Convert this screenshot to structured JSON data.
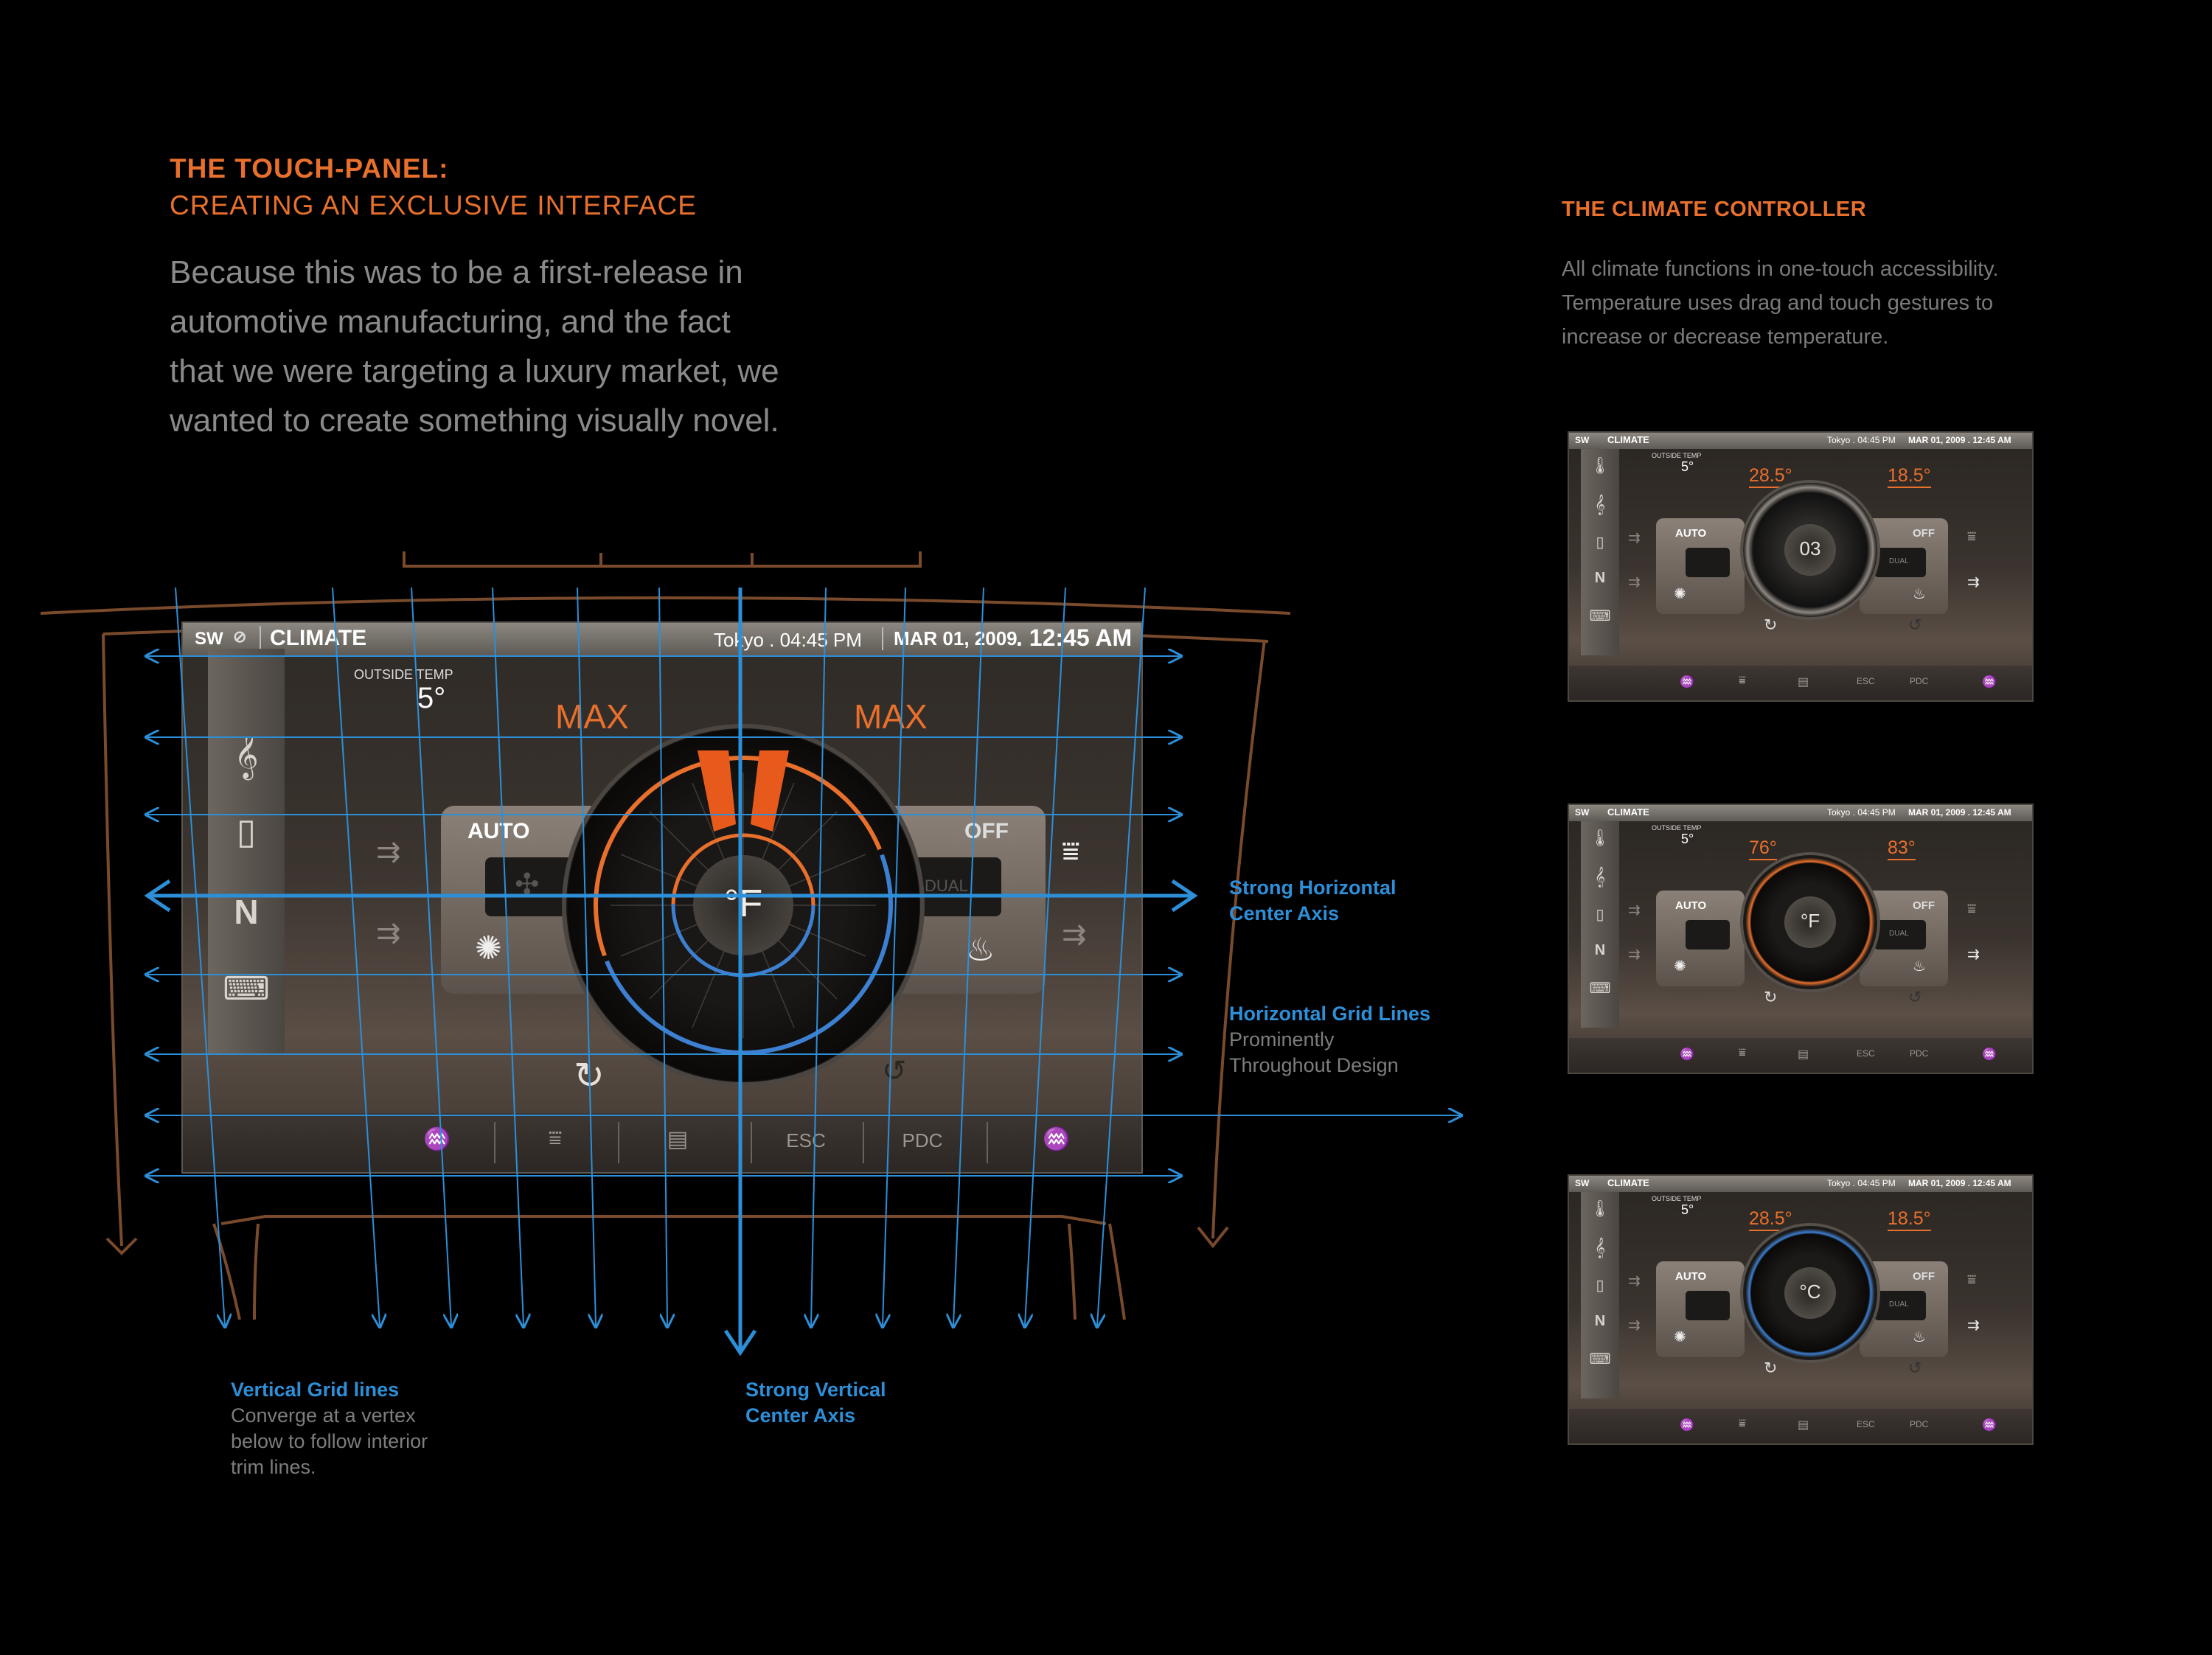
{
  "header": {
    "title": "THE TOUCH-PANEL:",
    "subtitle": "CREATING AN EXCLUSIVE INTERFACE",
    "paragraph_lines": [
      "Because this was to be a first-release in",
      "automotive manufacturing, and the fact",
      "that we were targeting a luxury market, we",
      "wanted to create something visually novel."
    ]
  },
  "right": {
    "title": "THE CLIMATE CONTROLLER",
    "body_lines": [
      "All climate functions in one-touch accessibility.",
      "Temperature uses drag and touch gestures to",
      "increase or decrease temperature."
    ]
  },
  "main_panel": {
    "sw": "SW",
    "app": "CLIMATE",
    "city_time": "Tokyo . 04:45 PM",
    "date": "MAR 01, 2009",
    "clock": ". 12:45 AM",
    "outside_label": "OUTSIDE TEMP",
    "outside_value": "5°",
    "left_max": "MAX",
    "right_max": "MAX",
    "auto": "AUTO",
    "off": "OFF",
    "dual": "DUAL",
    "unit": "°F",
    "esc": "ESC",
    "pdc": "PDC"
  },
  "annotations": {
    "h_axis_title": [
      "Strong Horizontal",
      "Center Axis"
    ],
    "h_grid_title": "Horizontal Grid Lines",
    "h_grid_sub": [
      "Prominently",
      "Throughout Design"
    ],
    "v_grid_title": "Vertical Grid lines",
    "v_grid_sub": [
      "Converge at a vertex",
      "below to follow interior",
      "trim lines."
    ],
    "v_axis_title": [
      "Strong Vertical",
      "Center Axis"
    ]
  },
  "minis": [
    {
      "sw": "SW",
      "app": "CLIMATE",
      "time": "Tokyo . 04:45 PM",
      "date": "MAR 01, 2009 . 12:45 AM",
      "outside_label": "OUTSIDE TEMP",
      "outside": "5°",
      "left": "28.5°",
      "right": "18.5°",
      "auto": "AUTO",
      "off": "OFF",
      "dual": "DUAL",
      "center": "03",
      "esc": "ESC",
      "pdc": "PDC"
    },
    {
      "sw": "SW",
      "app": "CLIMATE",
      "time": "Tokyo . 04:45 PM",
      "date": "MAR 01, 2009 . 12:45 AM",
      "outside_label": "OUTSIDE TEMP",
      "outside": "5°",
      "left": "76°",
      "right": "83°",
      "auto": "AUTO",
      "off": "OFF",
      "dual": "DUAL",
      "center": "°F",
      "esc": "ESC",
      "pdc": "PDC"
    },
    {
      "sw": "SW",
      "app": "CLIMATE",
      "time": "Tokyo . 04:45 PM",
      "date": "MAR 01, 2009 . 12:45 AM",
      "outside_label": "OUTSIDE TEMP",
      "outside": "5°",
      "left": "28.5°",
      "right": "18.5°",
      "auto": "AUTO",
      "off": "OFF",
      "dual": "DUAL",
      "center": "°C",
      "esc": "ESC",
      "pdc": "PDC"
    }
  ],
  "colors": {
    "accent_orange": "#e8702c",
    "grid_blue": "#2d8fd8",
    "trim_brown": "#7a4a2c"
  },
  "icons": [
    "thermometer-icon",
    "music-icon",
    "phone-icon",
    "navigation-icon",
    "keyboard-icon",
    "fan-icon",
    "sun-icon",
    "flame-icon",
    "recirculate-icon",
    "seat-heat-icon",
    "defrost-icon",
    "rear-defrost-icon",
    "airflow-icon"
  ]
}
